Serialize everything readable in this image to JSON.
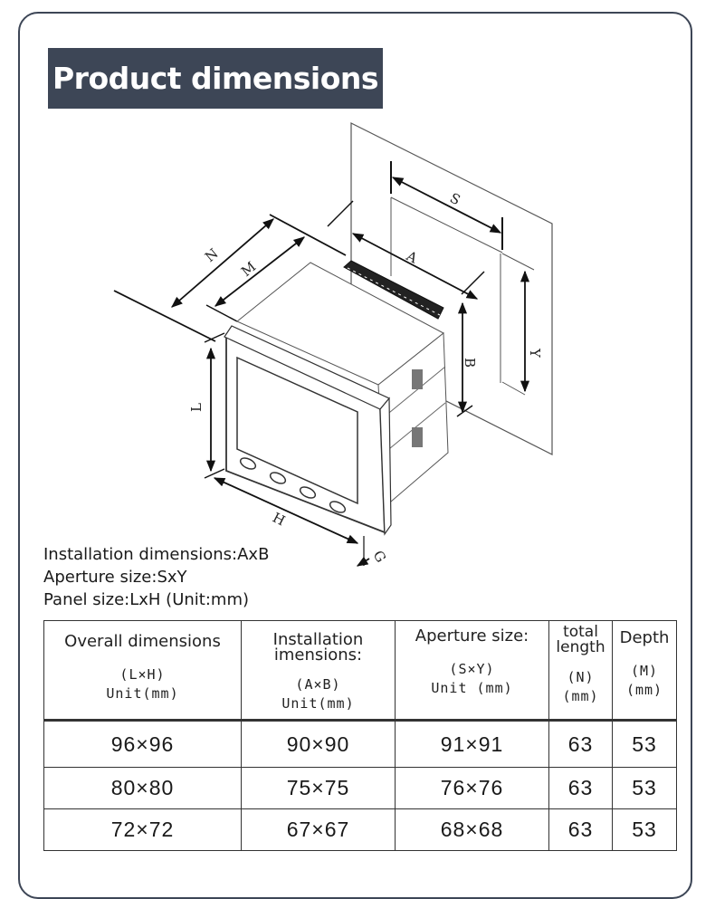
{
  "title": "Product dimensions",
  "diagram": {
    "labels": {
      "N": "N",
      "M": "M",
      "A": "A",
      "S": "S",
      "B": "B",
      "Y": "Y",
      "L": "L",
      "H": "H",
      "G": "G"
    }
  },
  "legend": {
    "line1": "Installation dimensions:AxB",
    "line2": "Aperture size:SxY",
    "line3": "Panel size:LxH (Unit:mm)"
  },
  "table": {
    "headers": [
      {
        "main": "Overall dimensions",
        "sub1": "(L×H)",
        "sub2": "Unit(mm)"
      },
      {
        "main": "Installation imensions:",
        "sub1": "(A×B)",
        "sub2": "Unit(mm)"
      },
      {
        "main": "Aperture size:",
        "sub1": "(S×Y)",
        "sub2": "Unit (mm)"
      },
      {
        "main": "total length",
        "sub1": "(N)",
        "sub2": "(mm)"
      },
      {
        "main": "Depth",
        "sub1": "(M)",
        "sub2": "(mm)"
      }
    ],
    "rows": [
      [
        "96×96",
        "90×90",
        "91×91",
        "63",
        "53"
      ],
      [
        "80×80",
        "75×75",
        "76×76",
        "63",
        "53"
      ],
      [
        "72×72",
        "67×67",
        "68×68",
        "63",
        "53"
      ]
    ]
  }
}
